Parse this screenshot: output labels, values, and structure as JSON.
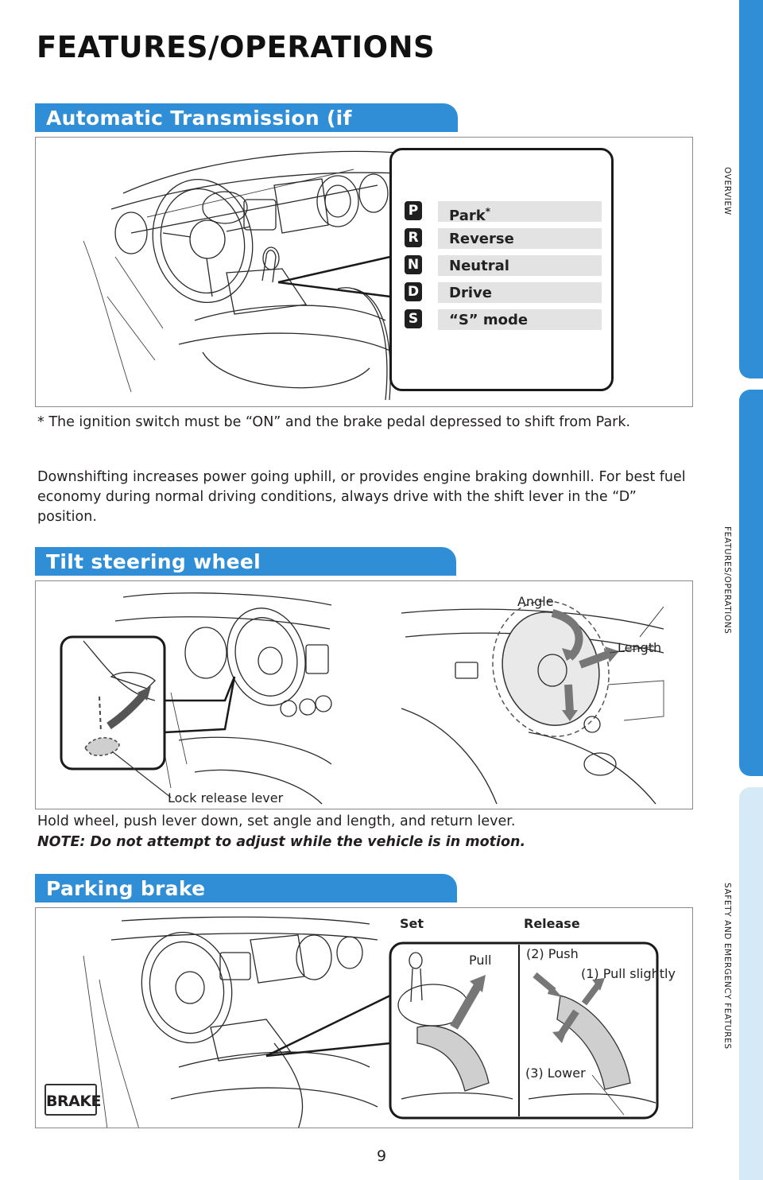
{
  "page": {
    "title": "FEATURES/OPERATIONS",
    "number": "9"
  },
  "side_tabs": [
    {
      "label": "OVERVIEW"
    },
    {
      "label": "FEATURES/OPERATIONS"
    },
    {
      "label": "SAFETY AND EMERGENCY FEATURES"
    }
  ],
  "sections": {
    "transmission": {
      "header": "Automatic Transmission (if equipped)",
      "gears": [
        {
          "letter": "P",
          "label": "Park",
          "mark": "*"
        },
        {
          "letter": "R",
          "label": "Reverse",
          "mark": ""
        },
        {
          "letter": "N",
          "label": "Neutral",
          "mark": ""
        },
        {
          "letter": "D",
          "label": "Drive",
          "mark": ""
        },
        {
          "letter": "S",
          "label": "“S” mode",
          "mark": ""
        }
      ],
      "footnote": "* The ignition switch must be “ON” and the brake pedal depressed to shift from Park.",
      "text": "Downshifting increases power going uphill, or provides engine braking downhill. For best fuel economy during normal driving conditions, always drive with the shift lever in the “D” position."
    },
    "tilt": {
      "header": "Tilt steering wheel",
      "callouts": {
        "lever": "Lock release lever",
        "angle": "Angle",
        "length": "Length"
      },
      "text": "Hold wheel, push lever down, set angle and length, and return lever.",
      "note": "NOTE: Do not attempt to adjust while the vehicle is in motion."
    },
    "parking": {
      "header": "Parking brake",
      "callouts": {
        "set": "Set",
        "release": "Release",
        "pull": "Pull",
        "push": "(2) Push",
        "pull_slightly": "(1) Pull slightly",
        "lower": "(3) Lower"
      },
      "badge": "BRAKE"
    }
  }
}
